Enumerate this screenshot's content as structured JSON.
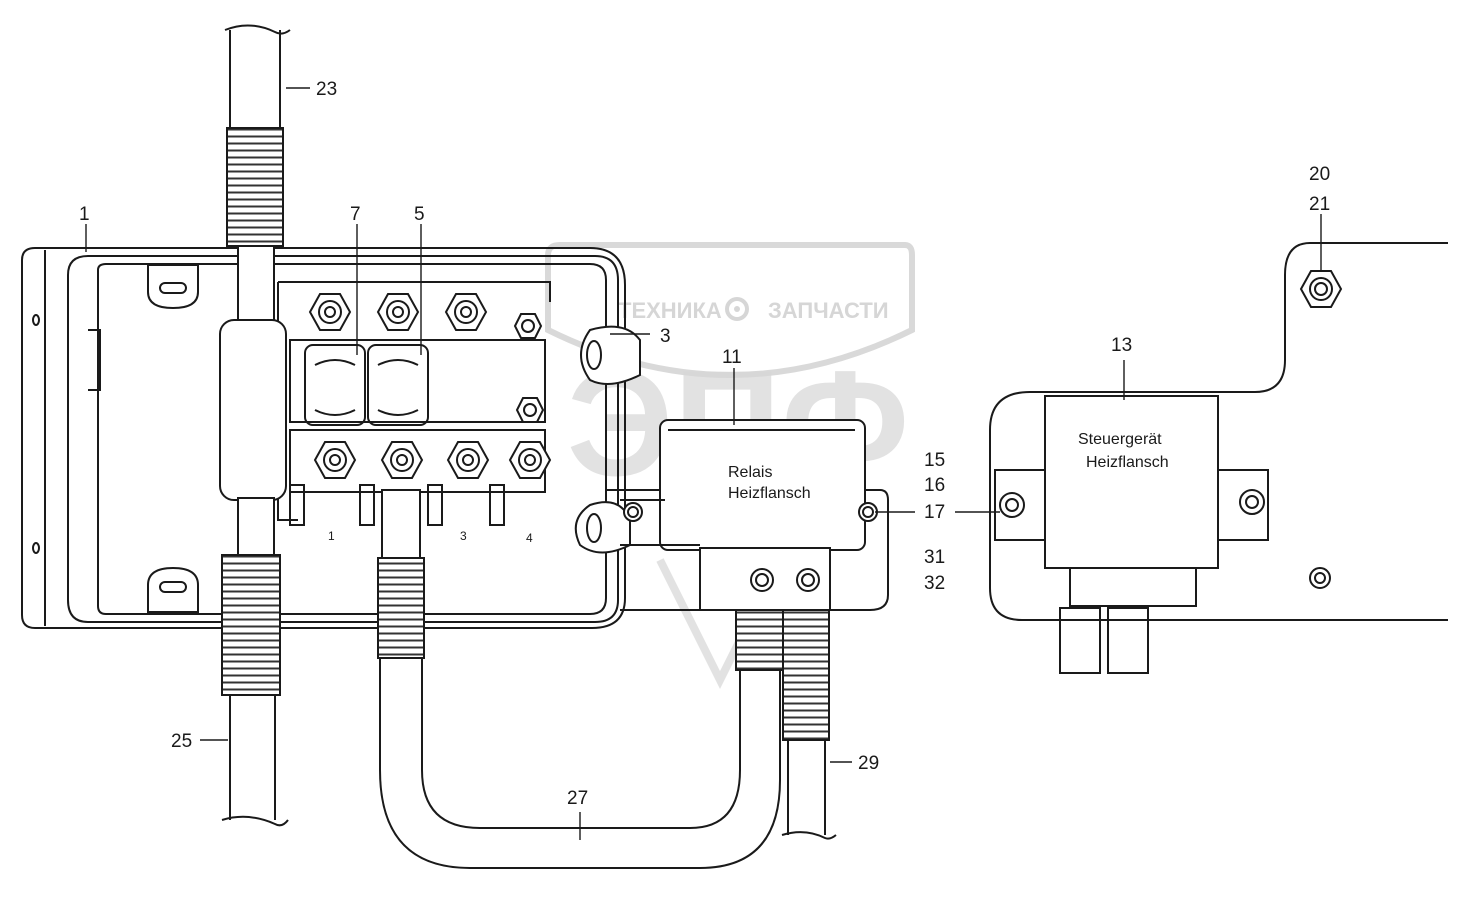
{
  "callouts": {
    "c1": "1",
    "c3": "3",
    "c5": "5",
    "c7": "7",
    "c11": "11",
    "c13": "13",
    "c15": "15",
    "c16": "16",
    "c17": "17",
    "c20": "20",
    "c21": "21",
    "c23": "23",
    "c25": "25",
    "c27": "27",
    "c29": "29",
    "c31": "31",
    "c32": "32"
  },
  "relay_label": {
    "line1": "Relais",
    "line2": "Heizflansch"
  },
  "control_unit_label": {
    "line1": "Steuergerät",
    "line2": "Heizflansch"
  },
  "terminal_labels": {
    "t1": "1",
    "t3": "3",
    "t4": "4"
  },
  "watermark": {
    "logo_text": "ЭПФ",
    "line_left": "ТЕХНИКА",
    "line_right": "ЗАПЧАСТИ"
  },
  "colors": {
    "line": "#1a1a1a",
    "watermark": "#d6d6d6",
    "background": "#ffffff"
  },
  "icons": {
    "watermark_gear": "gear-icon"
  }
}
